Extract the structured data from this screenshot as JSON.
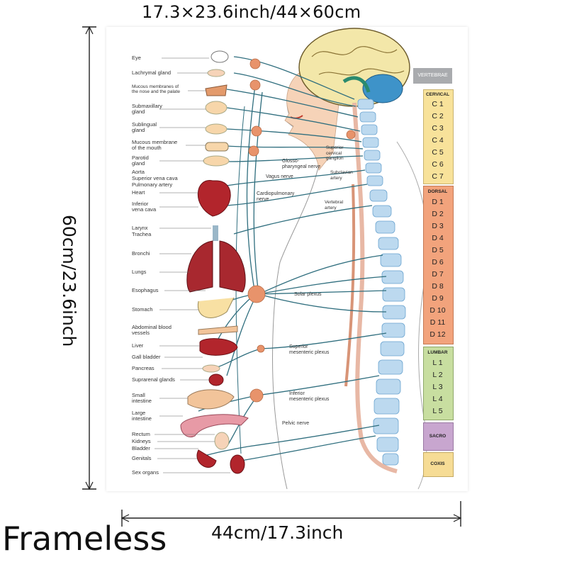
{
  "header": {
    "size_label": "17.3×23.6inch/44×60cm",
    "height_label": "60cm/23.6inch",
    "width_label": "44cm/17.3inch",
    "frameless_label": "Frameless"
  },
  "organ_labels": [
    "Eye",
    "Lachrymal gland",
    "Mucous membranes of\nthe nose and the palate",
    "Submaxillary\ngland",
    "Sublingual\ngland",
    "Mucous membrane\nof the mouth",
    "Parotid\ngland",
    "Aorta",
    "Superior vena cava",
    "Pulmonary artery",
    "Heart",
    "Inferior\nvena cava",
    "Larynx",
    "Trachea",
    "Bronchi",
    "Lungs",
    "Esophagus",
    "Stomach",
    "Abdominal blood\nvessels",
    "Liver",
    "Gall bladder",
    "Pancreas",
    "Suprarenal glands",
    "Small\nintestine",
    "Large\nintestine",
    "Rectum",
    "Kidneys",
    "Bladder",
    "Genitals",
    "Sex organs"
  ],
  "nerve_labels": {
    "glosso": "Glosso-\npharyngeal nerve",
    "vagus": "Vagus nerve",
    "cardio": "Cardiopulmonary\nnerve",
    "sup_cervical": "Superior\ncervical\nganglion",
    "subclavian": "Subclavian\nartery",
    "vertebral": "Vertebral\nartery",
    "solar": "Solar plexus",
    "sup_mesenteric": "Superior\nmesenteric plexus",
    "inf_mesenteric": "Inferior\nmesenteric plexus",
    "pelvic": "Pelvic nerve"
  },
  "vertebrae": {
    "header": "VERTEBRAE",
    "sections": [
      {
        "title": "CERVICAL",
        "color": "#f8e29a",
        "items": [
          "C 1",
          "C 2",
          "C 3",
          "C 4",
          "C 5",
          "C 6",
          "C 7"
        ]
      },
      {
        "title": "DORSAL",
        "color": "#f2a37c",
        "items": [
          "D 1",
          "D 2",
          "D 3",
          "D 4",
          "D 5",
          "D 6",
          "D 7",
          "D 8",
          "D 9",
          "D 10",
          "D 11",
          "D 12"
        ]
      },
      {
        "title": "LUMBAR",
        "color": "#c8dea0",
        "items": [
          "L 1",
          "L 2",
          "L 3",
          "L 4",
          "L 5"
        ]
      },
      {
        "title": "SACRO",
        "color": "#c8a6cf",
        "items": []
      },
      {
        "title": "COXIS",
        "color": "#f6dc95",
        "items": []
      }
    ]
  }
}
